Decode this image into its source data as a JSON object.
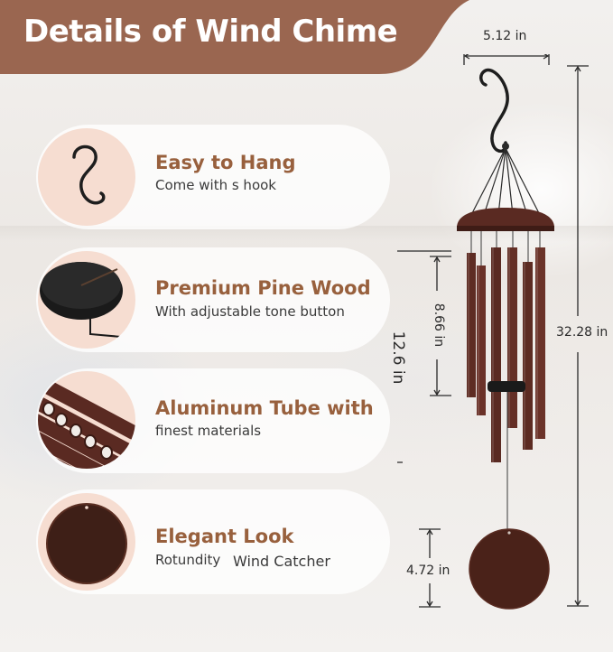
{
  "header": {
    "title": "Details of Wind Chime",
    "color": "#9a6650"
  },
  "features": [
    {
      "title": "Easy to Hang",
      "subtitle": "Come with s hook",
      "icon": "s-hook-icon"
    },
    {
      "title": "Premium Pine Wood",
      "subtitle": "With adjustable tone button",
      "icon": "tone-button-icon"
    },
    {
      "title": "Aluminum Tube with",
      "subtitle": "finest materials",
      "icon": "aluminum-tubes-icon"
    },
    {
      "title": "Elegant Look",
      "subtitle": "Rotundity",
      "subtitle2": "Wind Catcher",
      "icon": "wind-catcher-icon"
    }
  ],
  "dimensions": {
    "top_width": "5.12 in",
    "total_height": "32.28 in",
    "tube_length_long": "12.6 in",
    "tube_length_short": "8.66 in",
    "catcher_diameter": "4.72 in"
  },
  "colors": {
    "accent_text": "#98603d",
    "icon_circle": "#f6ddd1",
    "bronze": "#5a2a22"
  }
}
